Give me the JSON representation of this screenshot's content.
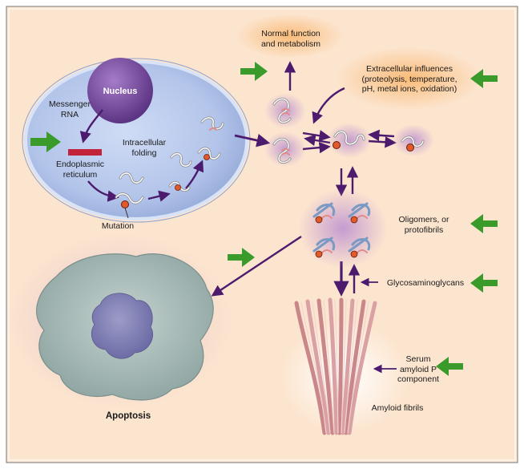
{
  "labels": {
    "nucleus": "Nucleus",
    "messenger_rna": "Messenger\nRNA",
    "endoplasmic_reticulum": "Endoplasmic\nreticulum",
    "intracellular_folding": "Intracellular\nfolding",
    "mutation": "Mutation",
    "normal_function": "Normal function\nand metabolism",
    "extracellular_influences": "Extracellular influences\n(proteolysis, temperature,\npH, metal ions, oxidation)",
    "oligomers": "Oligomers, or\nprotofibrils",
    "glycosaminoglycans": "Glycosaminoglycans",
    "serum_amyloid_p": "Serum\namyloid P\ncomponent",
    "amyloid_fibrils": "Amyloid fibrils",
    "apoptosis": "Apoptosis"
  },
  "colors": {
    "page_background": "#fce5cf",
    "cell_membrane": "#c8d6f0",
    "cell_fill": "#b7c8ea",
    "nucleus": "#7a4f9c",
    "endoplasmic_reticulum_bar": "#c2223a",
    "pathway_arrow": "#4d1b6e",
    "influence_arrow": "#3a9a2a",
    "mutation_dot": "#e05a2a",
    "apoptotic_cell": "#a9bbb9",
    "amyloid_fibril": "#d9a1a3"
  }
}
